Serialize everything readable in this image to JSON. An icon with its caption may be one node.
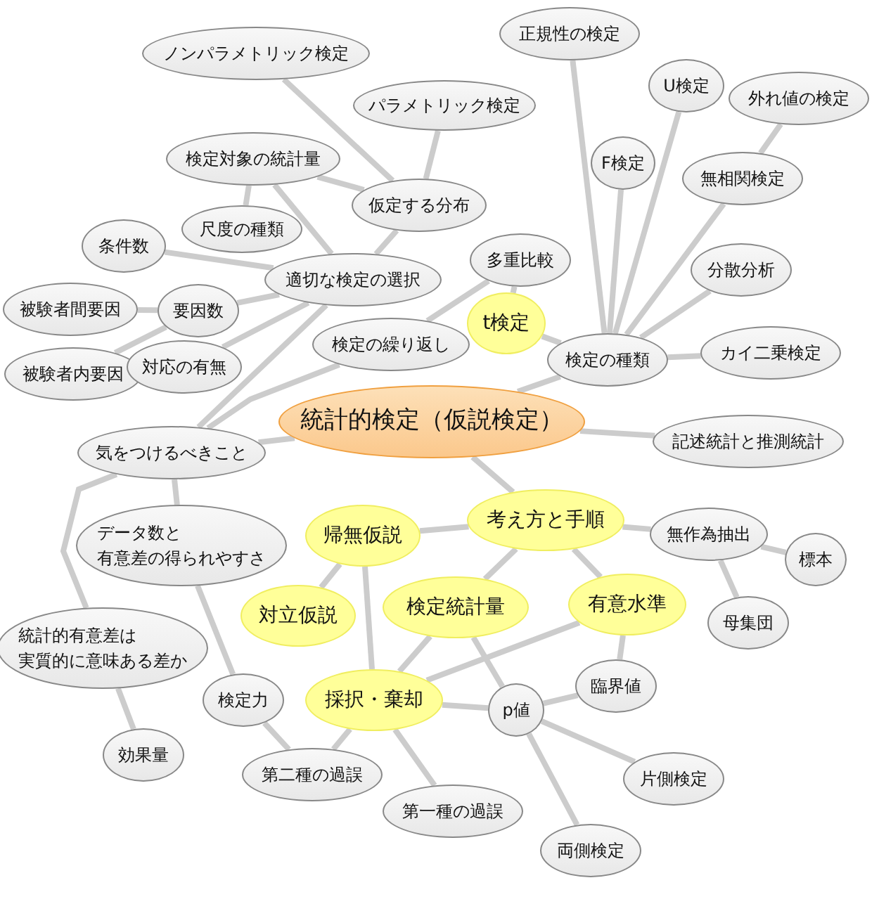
{
  "diagram": {
    "nodes": [
      {
        "text": [
          "統計的検定（仮説検定）"
        ]
      },
      {
        "text": [
          "ノンパラメトリック検定"
        ]
      },
      {
        "text": [
          "パラメトリック検定"
        ]
      },
      {
        "text": [
          "検定対象の統計量"
        ]
      },
      {
        "text": [
          "仮定する分布"
        ]
      },
      {
        "text": [
          "尺度の種類"
        ]
      },
      {
        "text": [
          "条件数"
        ]
      },
      {
        "text": [
          "適切な検定の選択"
        ]
      },
      {
        "text": [
          "被験者間要因"
        ]
      },
      {
        "text": [
          "要因数"
        ]
      },
      {
        "text": [
          "被験者内要因"
        ]
      },
      {
        "text": [
          "対応の有無"
        ]
      },
      {
        "text": [
          "検定の繰り返し"
        ]
      },
      {
        "text": [
          "多重比較"
        ]
      },
      {
        "text": [
          "t検定"
        ]
      },
      {
        "text": [
          "検定の種類"
        ]
      },
      {
        "text": [
          "正規性の検定"
        ]
      },
      {
        "text": [
          "U検定"
        ]
      },
      {
        "text": [
          "外れ値の検定"
        ]
      },
      {
        "text": [
          "F検定"
        ]
      },
      {
        "text": [
          "無相関検定"
        ]
      },
      {
        "text": [
          "分散分析"
        ]
      },
      {
        "text": [
          "カイ二乗検定"
        ]
      },
      {
        "text": [
          "記述統計と推測統計"
        ]
      },
      {
        "text": [
          "気をつけるべきこと"
        ]
      },
      {
        "text": [
          "データ数と有意差の得られやすさ"
        ]
      },
      {
        "text": [
          "帰無仮説"
        ]
      },
      {
        "text": [
          "考え方と手順"
        ]
      },
      {
        "text": [
          "無作為抽出"
        ]
      },
      {
        "text": [
          "標本"
        ]
      },
      {
        "text": [
          "対立仮説"
        ]
      },
      {
        "text": [
          "検定統計量"
        ]
      },
      {
        "text": [
          "有意水準"
        ]
      },
      {
        "text": [
          "母集団"
        ]
      },
      {
        "text": [
          "統計的有意差は実質的に意味ある差か"
        ]
      },
      {
        "text": [
          "検定力"
        ]
      },
      {
        "text": [
          "臨界値"
        ]
      },
      {
        "text": [
          "採択・棄却"
        ]
      },
      {
        "text": [
          "p値"
        ]
      },
      {
        "text": [
          "効果量"
        ]
      },
      {
        "text": [
          "第二種の過誤"
        ]
      },
      {
        "text": [
          "第一種の過誤"
        ]
      },
      {
        "text": [
          "片側検定"
        ]
      },
      {
        "text": [
          "両側検定"
        ]
      }
    ],
    "edges": [
      {
        "from": 0,
        "to": 24,
        "arrow": "none"
      },
      {
        "from": 0,
        "to": 15,
        "arrow": "none"
      },
      {
        "from": 0,
        "to": 23,
        "arrow": "none"
      },
      {
        "from": 0,
        "to": 27,
        "arrow": "none"
      },
      {
        "from": 24,
        "to": 7,
        "arrow": "none"
      },
      {
        "from": 24,
        "to": 12,
        "arrow": "none"
      },
      {
        "from": 24,
        "to": 25,
        "arrow": "none"
      },
      {
        "from": 24,
        "to": 34,
        "arrow": "none"
      },
      {
        "from": 7,
        "to": 4,
        "arrow": "none"
      },
      {
        "from": 7,
        "to": 3,
        "arrow": "none"
      },
      {
        "from": 7,
        "to": 6,
        "arrow": "none"
      },
      {
        "from": 7,
        "to": 9,
        "arrow": "none"
      },
      {
        "from": 7,
        "to": 11,
        "arrow": "none"
      },
      {
        "from": 4,
        "to": 1,
        "arrow": "none"
      },
      {
        "from": 4,
        "to": 2,
        "arrow": "none"
      },
      {
        "from": 4,
        "to": 3,
        "arrow": "none"
      },
      {
        "from": 3,
        "to": 5,
        "arrow": "none"
      },
      {
        "from": 9,
        "to": 8,
        "arrow": "none"
      },
      {
        "from": 9,
        "to": 10,
        "arrow": "none"
      },
      {
        "from": 12,
        "to": 13,
        "arrow": "none"
      },
      {
        "from": 13,
        "to": 14,
        "arrow": "none"
      },
      {
        "from": 14,
        "to": 15,
        "arrow": "none"
      },
      {
        "from": 15,
        "to": 16,
        "arrow": "none"
      },
      {
        "from": 15,
        "to": 19,
        "arrow": "none"
      },
      {
        "from": 15,
        "to": 17,
        "arrow": "none"
      },
      {
        "from": 15,
        "to": 20,
        "arrow": "none"
      },
      {
        "from": 15,
        "to": 21,
        "arrow": "none"
      },
      {
        "from": 15,
        "to": 22,
        "arrow": "none"
      },
      {
        "from": 20,
        "to": 18,
        "arrow": "none"
      },
      {
        "from": 27,
        "to": 26,
        "arrow": "none"
      },
      {
        "from": 27,
        "to": 28,
        "arrow": "none"
      },
      {
        "from": 27,
        "to": 31,
        "arrow": "none"
      },
      {
        "from": 27,
        "to": 32,
        "arrow": "none"
      },
      {
        "from": 28,
        "to": 29,
        "arrow": "none"
      },
      {
        "from": 28,
        "to": 33,
        "arrow": "none"
      },
      {
        "from": 26,
        "to": 30,
        "arrow": "none"
      },
      {
        "from": 26,
        "to": 37,
        "arrow": "none"
      },
      {
        "from": 31,
        "to": 37,
        "arrow": "none"
      },
      {
        "from": 31,
        "to": 38,
        "arrow": "none"
      },
      {
        "from": 32,
        "to": 37,
        "arrow": "none"
      },
      {
        "from": 32,
        "to": 36,
        "arrow": "none"
      },
      {
        "from": 37,
        "to": 38,
        "arrow": "none"
      },
      {
        "from": 37,
        "to": 40,
        "arrow": "none"
      },
      {
        "from": 37,
        "to": 41,
        "arrow": "none"
      },
      {
        "from": 38,
        "to": 36,
        "arrow": "none"
      },
      {
        "from": 38,
        "to": 42,
        "arrow": "none"
      },
      {
        "from": 38,
        "to": 43,
        "arrow": "none"
      },
      {
        "from": 25,
        "to": 35,
        "arrow": "none"
      },
      {
        "from": 35,
        "to": 40,
        "arrow": "none"
      },
      {
        "from": 34,
        "to": 39,
        "arrow": "none"
      }
    ]
  }
}
